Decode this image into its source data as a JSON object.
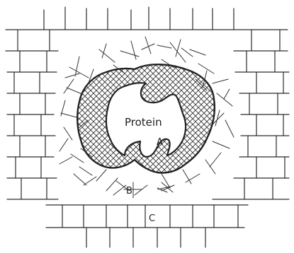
{
  "labels": {
    "protein": "Protein",
    "a": "A",
    "b": "B",
    "c": "C"
  },
  "colors": {
    "ink": "#222222",
    "hatch": "#333333",
    "background": "#ffffff"
  }
}
